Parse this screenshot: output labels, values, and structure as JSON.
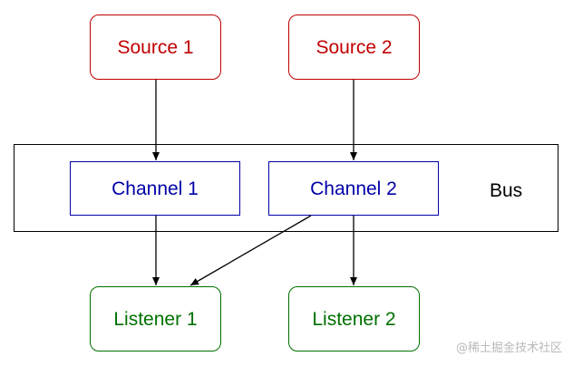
{
  "sources": [
    {
      "label": "Source 1"
    },
    {
      "label": "Source 2"
    }
  ],
  "bus": {
    "label": "Bus"
  },
  "channels": [
    {
      "label": "Channel 1"
    },
    {
      "label": "Channel 2"
    }
  ],
  "listeners": [
    {
      "label": "Listener 1"
    },
    {
      "label": "Listener 2"
    }
  ],
  "edges": [
    {
      "from": "Source 1",
      "to": "Channel 1"
    },
    {
      "from": "Source 2",
      "to": "Channel 2"
    },
    {
      "from": "Channel 1",
      "to": "Listener 1"
    },
    {
      "from": "Channel 2",
      "to": "Listener 1"
    },
    {
      "from": "Channel 2",
      "to": "Listener 2"
    }
  ],
  "watermark": "@稀土掘金技术社区",
  "colors": {
    "source": "#c00000",
    "channel": "#0000a8",
    "listener": "#007000",
    "bus": "#000000",
    "arrow": "#000000"
  }
}
